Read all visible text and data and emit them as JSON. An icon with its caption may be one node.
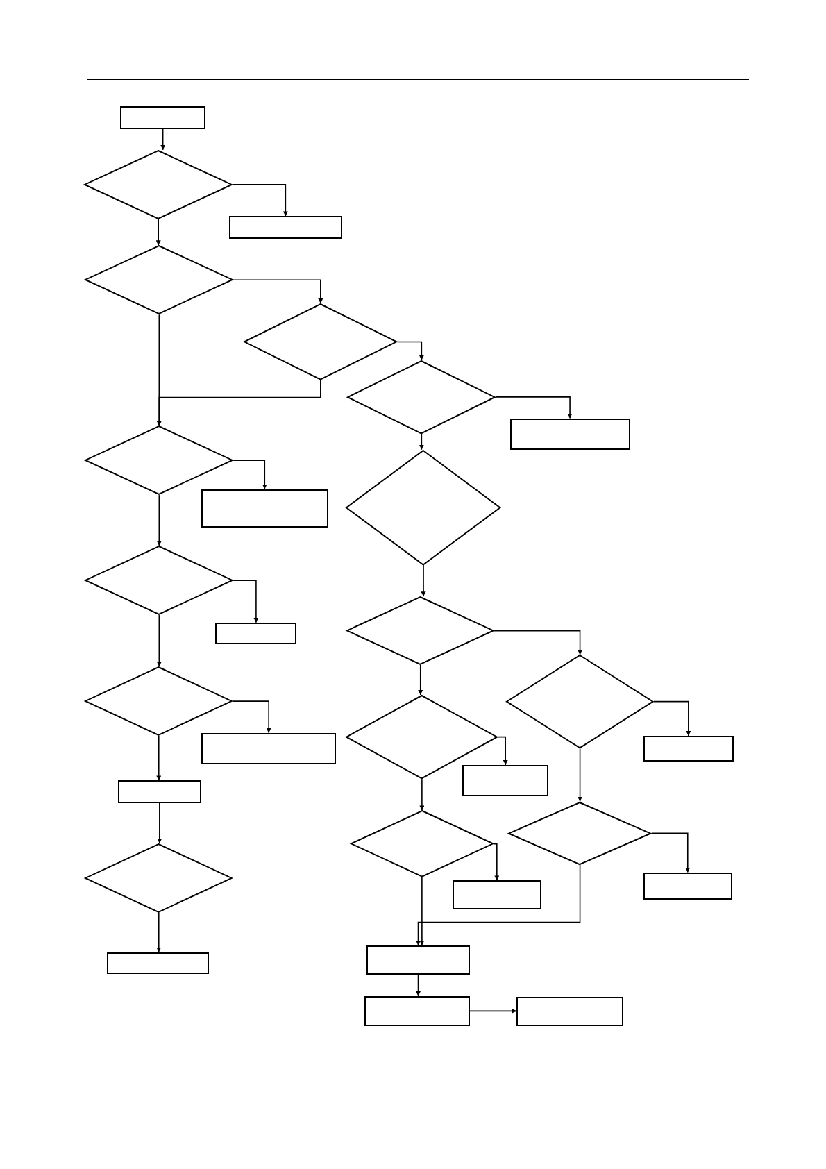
{
  "diagram": {
    "nodes": [
      {
        "text": [],
        "shape": "box"
      },
      {
        "text": [],
        "shape": "diamond"
      },
      {
        "text": [],
        "shape": "box"
      },
      {
        "text": [],
        "shape": "diamond"
      },
      {
        "text": [],
        "shape": "diamond"
      },
      {
        "text": [],
        "shape": "diamond"
      },
      {
        "text": [],
        "shape": "box"
      },
      {
        "text": [],
        "shape": "diamond"
      },
      {
        "text": [],
        "shape": "box"
      },
      {
        "text": [],
        "shape": "diamond"
      },
      {
        "text": [],
        "shape": "diamond"
      },
      {
        "text": [],
        "shape": "diamond"
      },
      {
        "text": [],
        "shape": "box"
      },
      {
        "text": [],
        "shape": "diamond"
      },
      {
        "text": [],
        "shape": "diamond"
      },
      {
        "text": [],
        "shape": "diamond"
      },
      {
        "text": [],
        "shape": "box"
      },
      {
        "text": [],
        "shape": "box"
      },
      {
        "text": [],
        "shape": "box"
      },
      {
        "text": [],
        "shape": "box"
      },
      {
        "text": [],
        "shape": "diamond"
      },
      {
        "text": [],
        "shape": "diamond"
      },
      {
        "text": [],
        "shape": "box"
      },
      {
        "text": [],
        "shape": "box"
      },
      {
        "text": [],
        "shape": "diamond"
      },
      {
        "text": [],
        "shape": "box"
      },
      {
        "text": [],
        "shape": "box"
      },
      {
        "text": [],
        "shape": "box"
      },
      {
        "text": [],
        "shape": "box"
      }
    ],
    "edges": [
      {
        "from": 0,
        "to": 1,
        "arrow": "to"
      },
      {
        "from": 1,
        "to": 2,
        "arrow": "to"
      },
      {
        "from": 1,
        "to": 3,
        "arrow": "to"
      },
      {
        "from": 3,
        "to": 4,
        "arrow": "to"
      },
      {
        "from": 3,
        "to": 7,
        "arrow": "to"
      },
      {
        "from": 4,
        "to": 7,
        "arrow": "to"
      },
      {
        "from": 4,
        "to": 5,
        "arrow": "to"
      },
      {
        "from": 5,
        "to": 6,
        "arrow": "to"
      },
      {
        "from": 5,
        "to": 9,
        "arrow": "to"
      },
      {
        "from": 7,
        "to": 8,
        "arrow": "to"
      },
      {
        "from": 7,
        "to": 10,
        "arrow": "to"
      },
      {
        "from": 9,
        "to": 11,
        "arrow": "to"
      },
      {
        "from": 10,
        "to": 12,
        "arrow": "to"
      },
      {
        "from": 10,
        "to": 14,
        "arrow": "to"
      },
      {
        "from": 11,
        "to": 13,
        "arrow": "to"
      },
      {
        "from": 11,
        "to": 15,
        "arrow": "to"
      },
      {
        "from": 13,
        "to": 16,
        "arrow": "to"
      },
      {
        "from": 13,
        "to": 20,
        "arrow": "to"
      },
      {
        "from": 14,
        "to": 17,
        "arrow": "to"
      },
      {
        "from": 14,
        "to": 19,
        "arrow": "to"
      },
      {
        "from": 15,
        "to": 18,
        "arrow": "to"
      },
      {
        "from": 15,
        "to": 21,
        "arrow": "to"
      },
      {
        "from": 19,
        "to": 24,
        "arrow": "to"
      },
      {
        "from": 20,
        "to": 22,
        "arrow": "to"
      },
      {
        "from": 20,
        "to": 25,
        "arrow": "to"
      },
      {
        "from": 21,
        "to": 23,
        "arrow": "to"
      },
      {
        "from": 21,
        "to": 25,
        "arrow": "to"
      },
      {
        "from": 24,
        "to": 26,
        "arrow": "to"
      },
      {
        "from": 25,
        "to": 27,
        "arrow": "to"
      },
      {
        "from": 27,
        "to": 28,
        "arrow": "to"
      }
    ]
  }
}
